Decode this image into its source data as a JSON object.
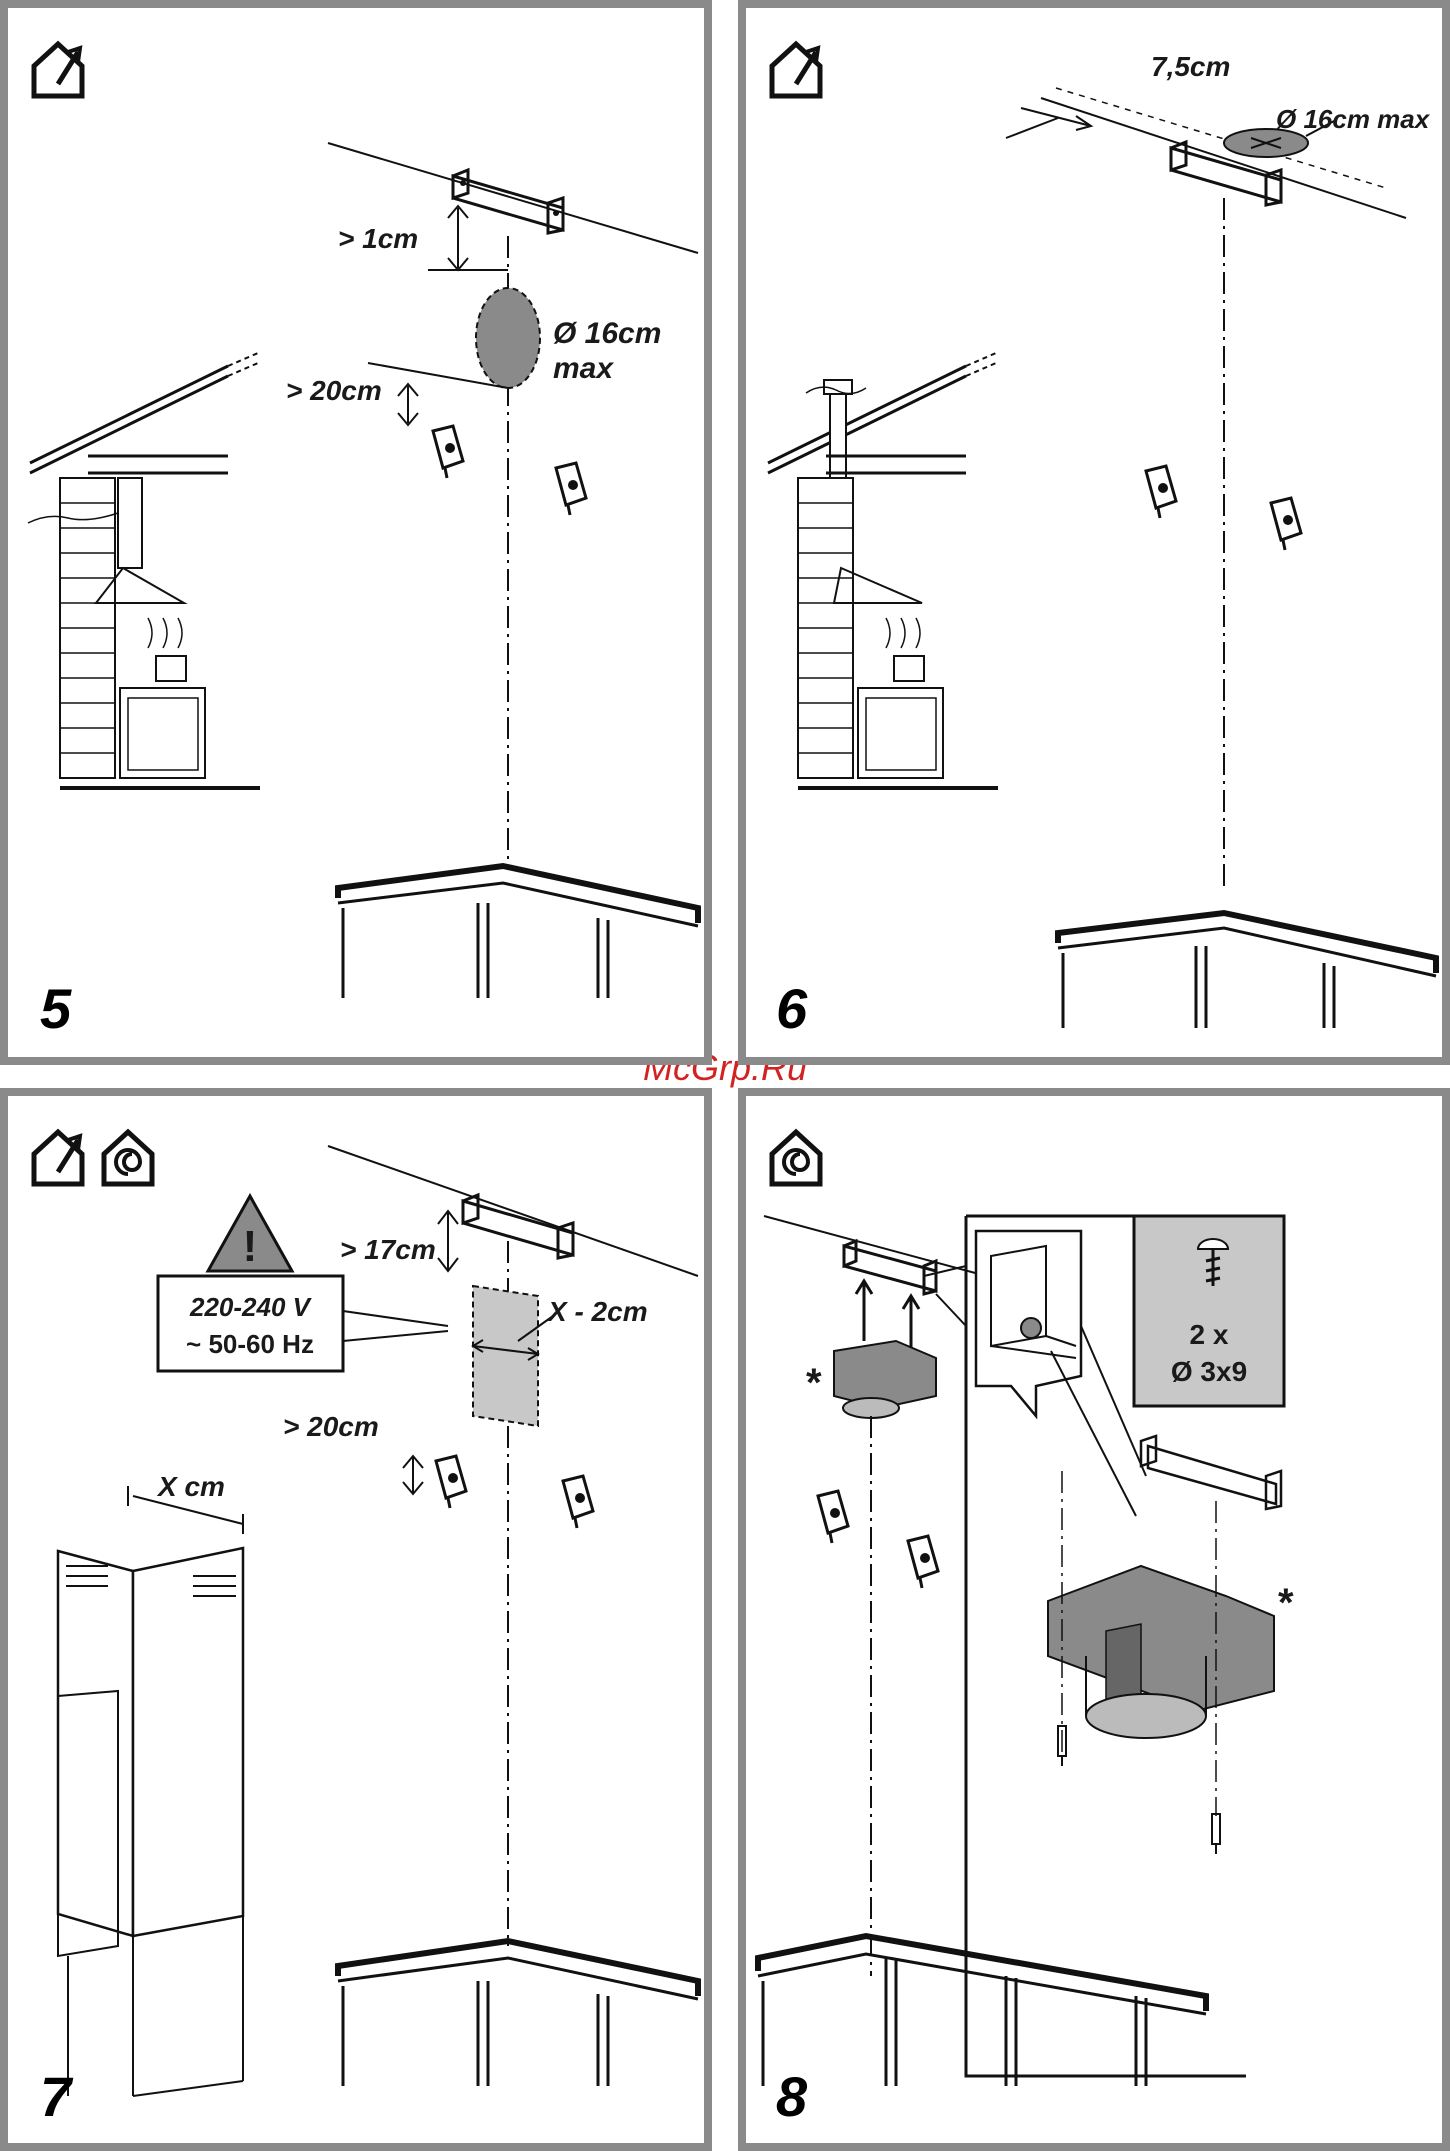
{
  "watermark": "McGrp.Ru",
  "panels": [
    {
      "step": "5",
      "icons": [
        "outside-vent-icon"
      ],
      "labels": {
        "gap_top": "> 1cm",
        "hole": "Ø 16cm",
        "hole_max": "max",
        "gap_bottom": "> 20cm"
      }
    },
    {
      "step": "6",
      "icons": [
        "outside-vent-icon"
      ],
      "labels": {
        "offset": "7,5cm",
        "hole": "Ø 16cm max"
      }
    },
    {
      "step": "7",
      "icons": [
        "outside-vent-icon",
        "recirculation-icon"
      ],
      "labels": {
        "voltage": "220-240 V",
        "frequency": "~ 50-60 Hz",
        "gap_top": "> 17cm",
        "width": "X - 2cm",
        "gap_bottom": "> 20cm",
        "chimney_width": "X cm"
      }
    },
    {
      "step": "8",
      "icons": [
        "recirculation-icon"
      ],
      "labels": {
        "qty": "2 x",
        "screw": "Ø 3x9",
        "asterisk": "*"
      }
    }
  ],
  "colors": {
    "frame": "#8a8a8a",
    "ink": "#111111",
    "grey_fill": "#c8c8c8",
    "watermark": "#d22222"
  }
}
